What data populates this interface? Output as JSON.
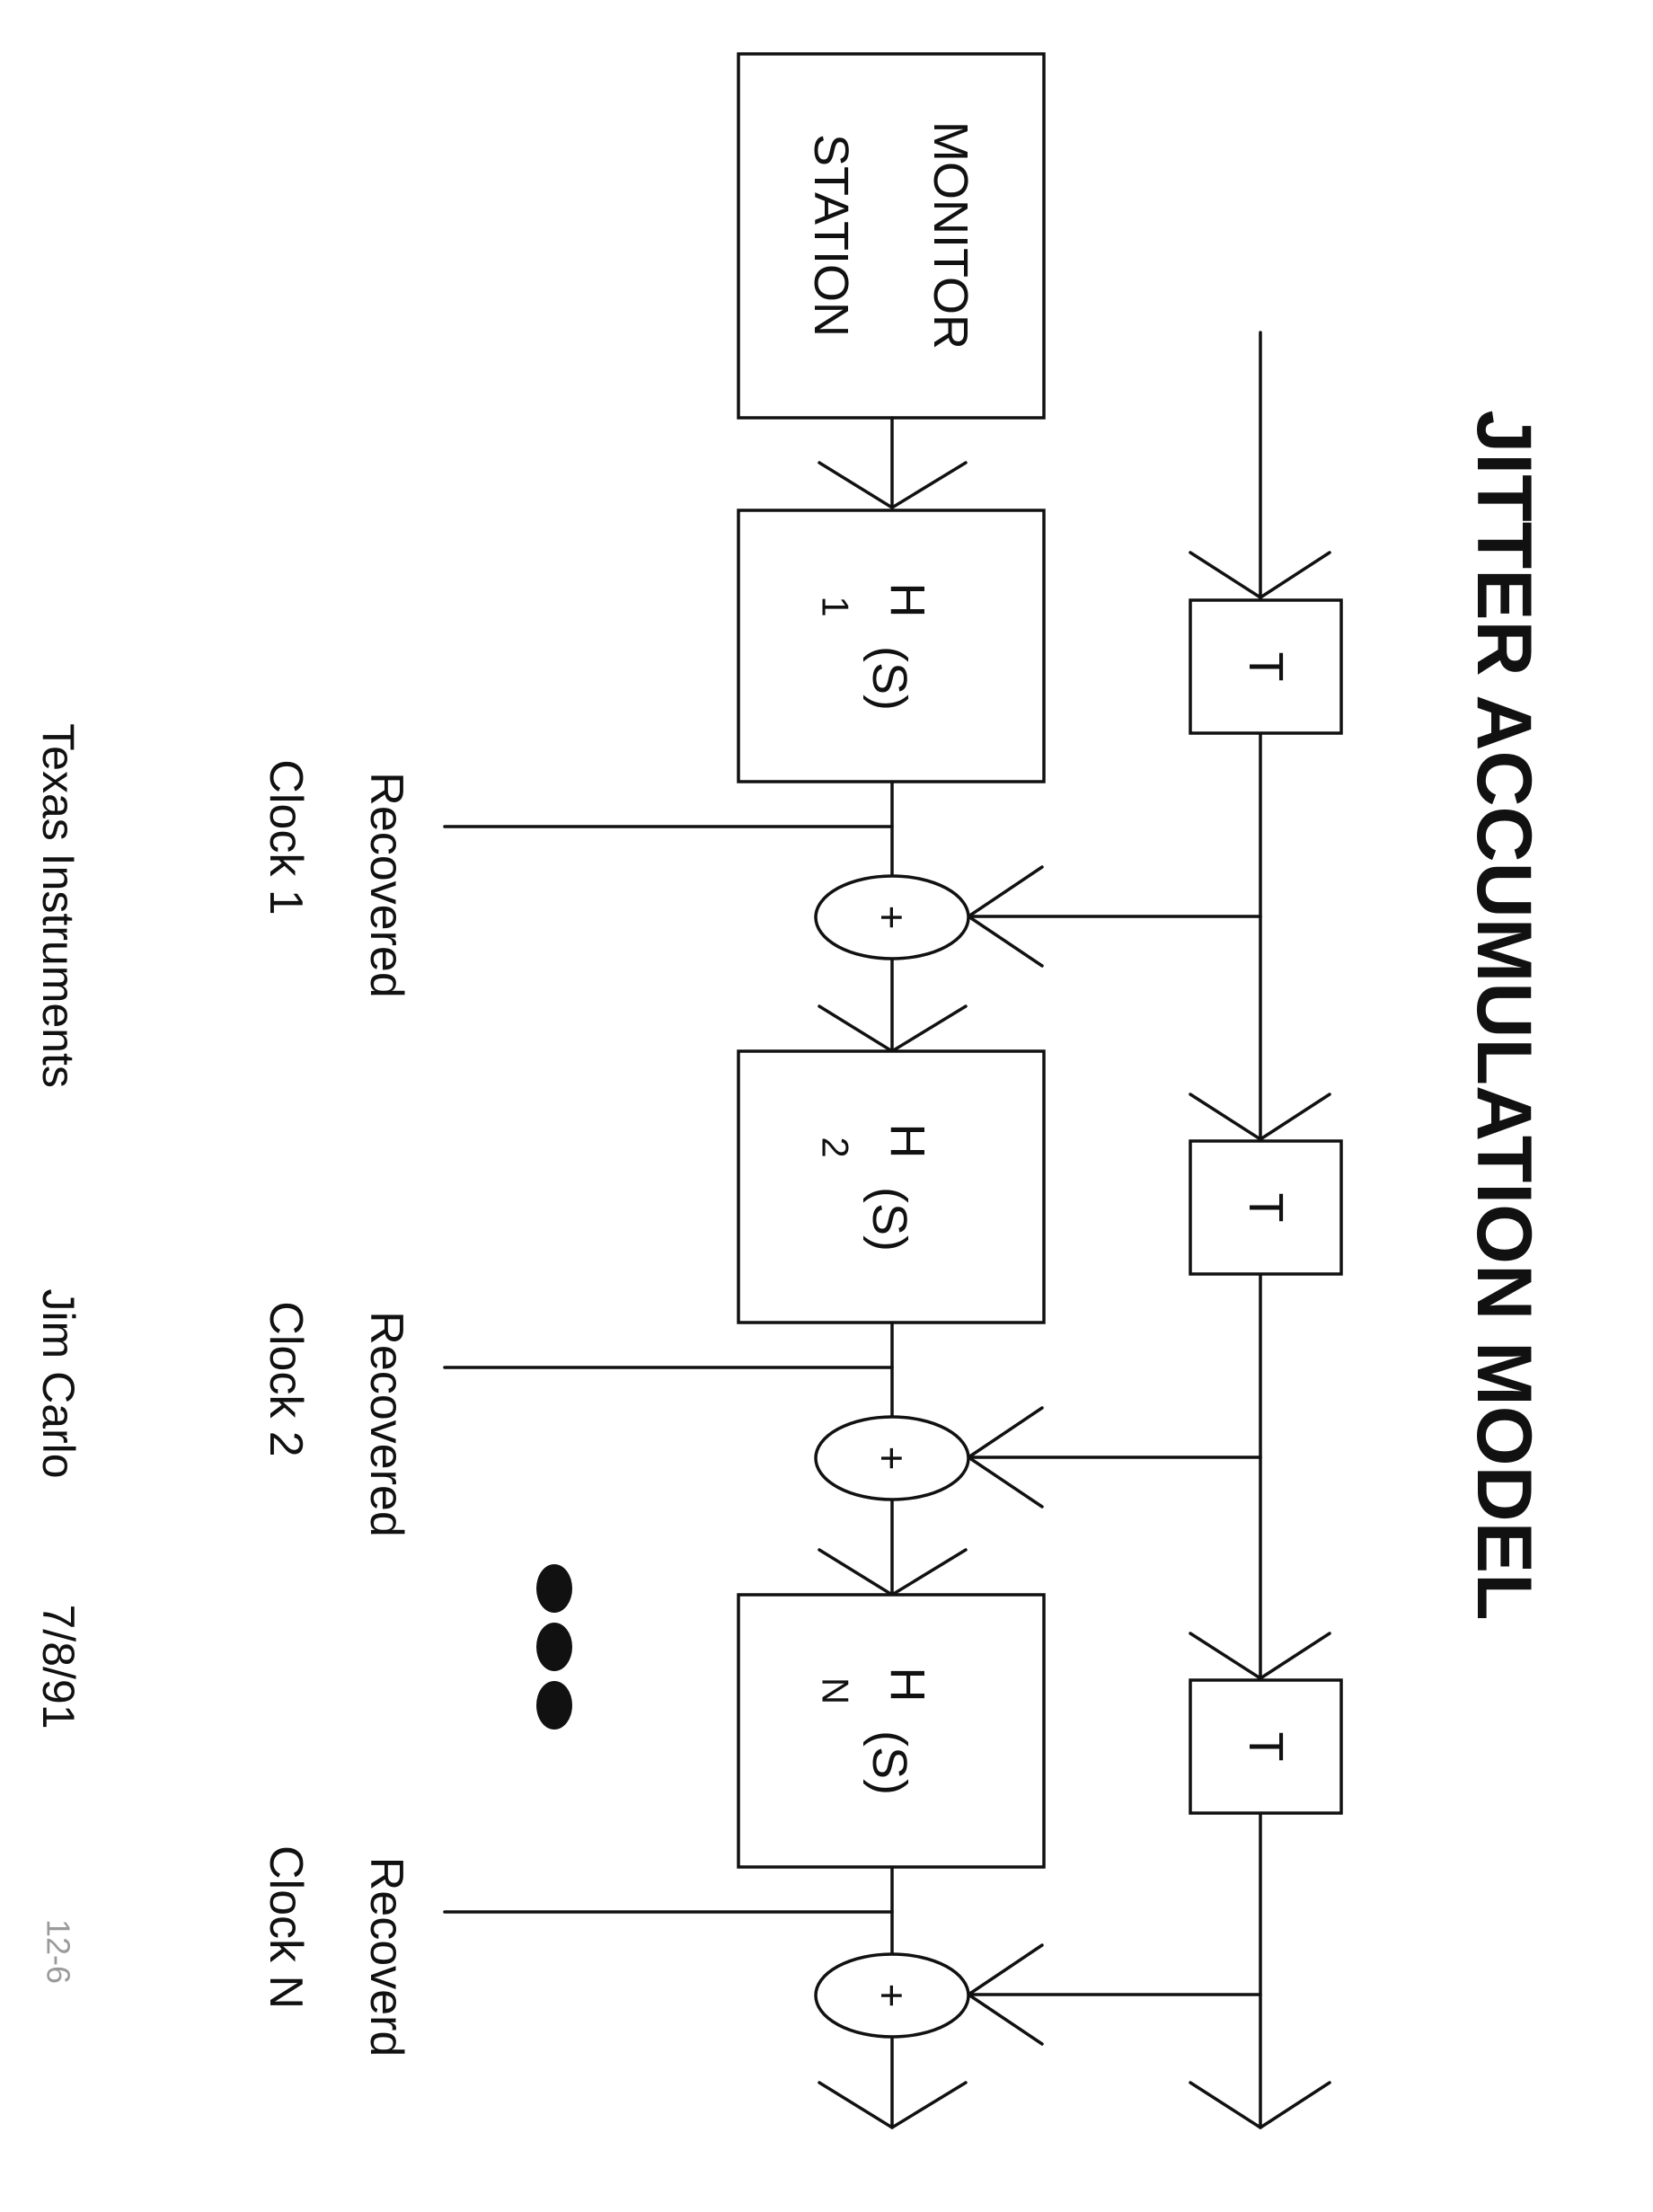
{
  "title": "JITTER ACCUMULATION MODEL",
  "monitor_station": {
    "line1": "MONITOR",
    "line2": "STATION"
  },
  "delay_blocks": [
    "T",
    "T",
    "T"
  ],
  "filters": [
    {
      "base": "H",
      "subscript": "1",
      "arg": "(S)"
    },
    {
      "base": "H",
      "subscript": "2",
      "arg": "(S)"
    },
    {
      "base": "H",
      "subscript": "N",
      "arg": "(S)"
    }
  ],
  "summer_symbol": "+",
  "clock_labels": [
    {
      "line1": "Recovered",
      "line2": "Clock 1"
    },
    {
      "line1": "Recovered",
      "line2": "Clock 2"
    },
    {
      "line1": "Recoverd",
      "line2": "Clock N"
    }
  ],
  "footer": {
    "company": "Texas Instruments",
    "author": "Jim Carlo",
    "date": "7/8/91"
  },
  "page_mark": "12-6",
  "colors": {
    "ink": "#111111",
    "paper": "#ffffff"
  }
}
